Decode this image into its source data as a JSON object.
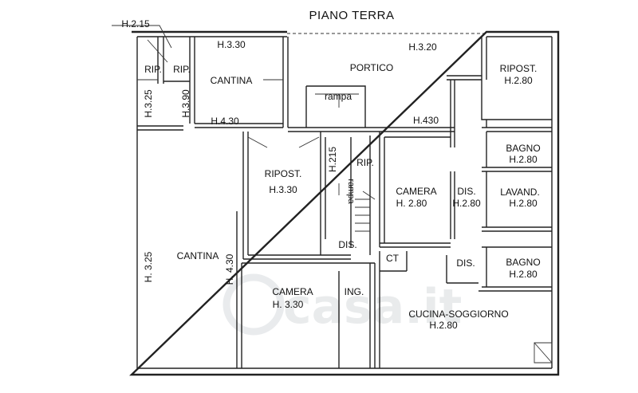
{
  "title": "PIANO TERRA",
  "watermark": "casa.it",
  "rooms": {
    "rip_left": "RIP.",
    "rip_right": "RIP.",
    "cantina_top": "CANTINA",
    "portico": "PORTICO",
    "ripost_top_right_name": "RIPOST.",
    "ripost_top_right_h": "H.2.80",
    "rampa_top": "rampa",
    "ripost_center_name": "RIPOST.",
    "ripost_center_h": "H.3.30",
    "rip_stair": "RIP.",
    "rampa_vertical": "rampa",
    "camera_center_name": "CAMERA",
    "camera_center_h": "H. 2.80",
    "dis_center_name": "DIS.",
    "dis_center_h": "H.2.80",
    "bagno_top_name": "BAGNO",
    "bagno_top_h": "H.2.80",
    "lavand_name": "LAVAND.",
    "lavand_h": "H.2.80",
    "cantina_big": "CANTINA",
    "dis_small": "DIS.",
    "ct": "CT",
    "dis_lower": "DIS.",
    "bagno_bottom_name": "BAGNO",
    "bagno_bottom_h": "H.2.80",
    "camera_bottom_name": "CAMERA",
    "camera_bottom_h": "H. 3.30",
    "ing": "ING.",
    "cucina_name": "CUCINA-SOGGIORNO",
    "cucina_h": "H.2.80"
  },
  "heights": {
    "h215_top": "H.2.15",
    "h330_cantina": "H.3.30",
    "h320_portico": "H.3.20",
    "h325_left": "H.3.25",
    "h390": "H.3.90",
    "h430_cantina": "H.4.30",
    "h430_portico": "H.430",
    "h215_stair": "H.215",
    "h325_big": "H. 3.25",
    "h430_big": "H. 4.30"
  }
}
